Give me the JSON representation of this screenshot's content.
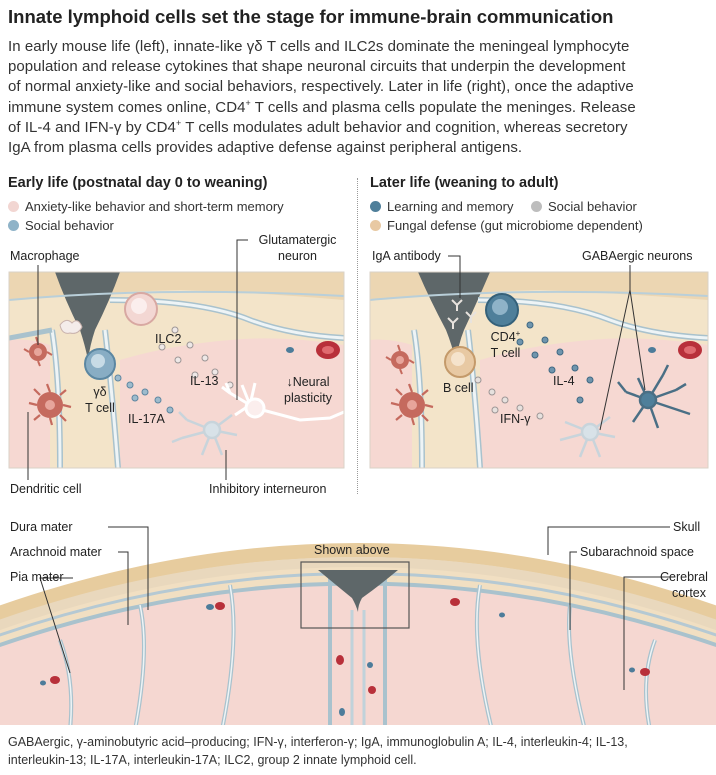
{
  "title": "Innate lymphoid cells set the stage for immune-brain communication",
  "intro": {
    "line1": "In early mouse life (left), innate-like γδ T cells and ILC2s dominate the meningeal lymphocyte",
    "line2": "population and release cytokines that shape neuronal circuits that underpin the development",
    "line3": "of normal anxiety-like and social behaviors, respectively. Later in life (right), once the adaptive",
    "line4a": "immune system comes online, CD4",
    "line4sup": "+",
    "line4b": " T cells and plasma cells populate the meninges. Release",
    "line5a": "of IL-4 and IFN-γ by CD4",
    "line5sup": "+",
    "line5b": " T cells modulates adult behavior and cognition, whereas secretory",
    "line6": "IgA from plasma cells provides adaptive defense against peripheral antigens."
  },
  "early": {
    "title": "Early life (postnatal day 0 to weaning)",
    "legend": [
      {
        "label": "Anxiety-like behavior and short-term memory",
        "color": "#f2d6d2"
      },
      {
        "label": "Social behavior",
        "color": "#8fb3c8"
      }
    ],
    "labels": {
      "macrophage": "Macrophage",
      "glutamatergic": "Glutamatergic",
      "neuron": "neuron",
      "ilc2": "ILC2",
      "gd": "γδ",
      "tcell": "T cell",
      "il13": "IL-13",
      "il17a": "IL-17A",
      "neural": "↓Neural",
      "plasticity": "plasticity",
      "dendritic": "Dendritic cell",
      "inhibitory": "Inhibitory interneuron"
    }
  },
  "later": {
    "title": "Later life (weaning to adult)",
    "legend": [
      {
        "label": "Learning and memory",
        "color": "#4f7f9a"
      },
      {
        "label": "Social behavior",
        "color": "#bdbdbd"
      },
      {
        "label": "Fungal defense (gut microbiome dependent)",
        "color": "#e8c9a3"
      }
    ],
    "labels": {
      "iga": "IgA antibody",
      "gaba": "GABAergic neurons",
      "cd4": "CD4",
      "cd4sup": "+",
      "tcell": "T cell",
      "bcell": "B cell",
      "il4": "IL-4",
      "ifng": "IFN-γ"
    }
  },
  "bottom": {
    "dura": "Dura mater",
    "arachnoid": "Arachnoid mater",
    "pia": "Pia mater",
    "skull": "Skull",
    "subarachnoid": "Subarachnoid space",
    "cerebral": "Cerebral",
    "cortex": "cortex",
    "shown_above": "Shown above"
  },
  "footnote": {
    "line1": "GABAergic, γ-aminobutyric acid–producing; IFN-γ, interferon-γ; IgA, immunoglobulin A; IL-4, interleukin-4; IL-13,",
    "line2": "interleukin-13; IL-17A, interleukin-17A; ILC2, group 2 innate lymphoid cell."
  }
}
